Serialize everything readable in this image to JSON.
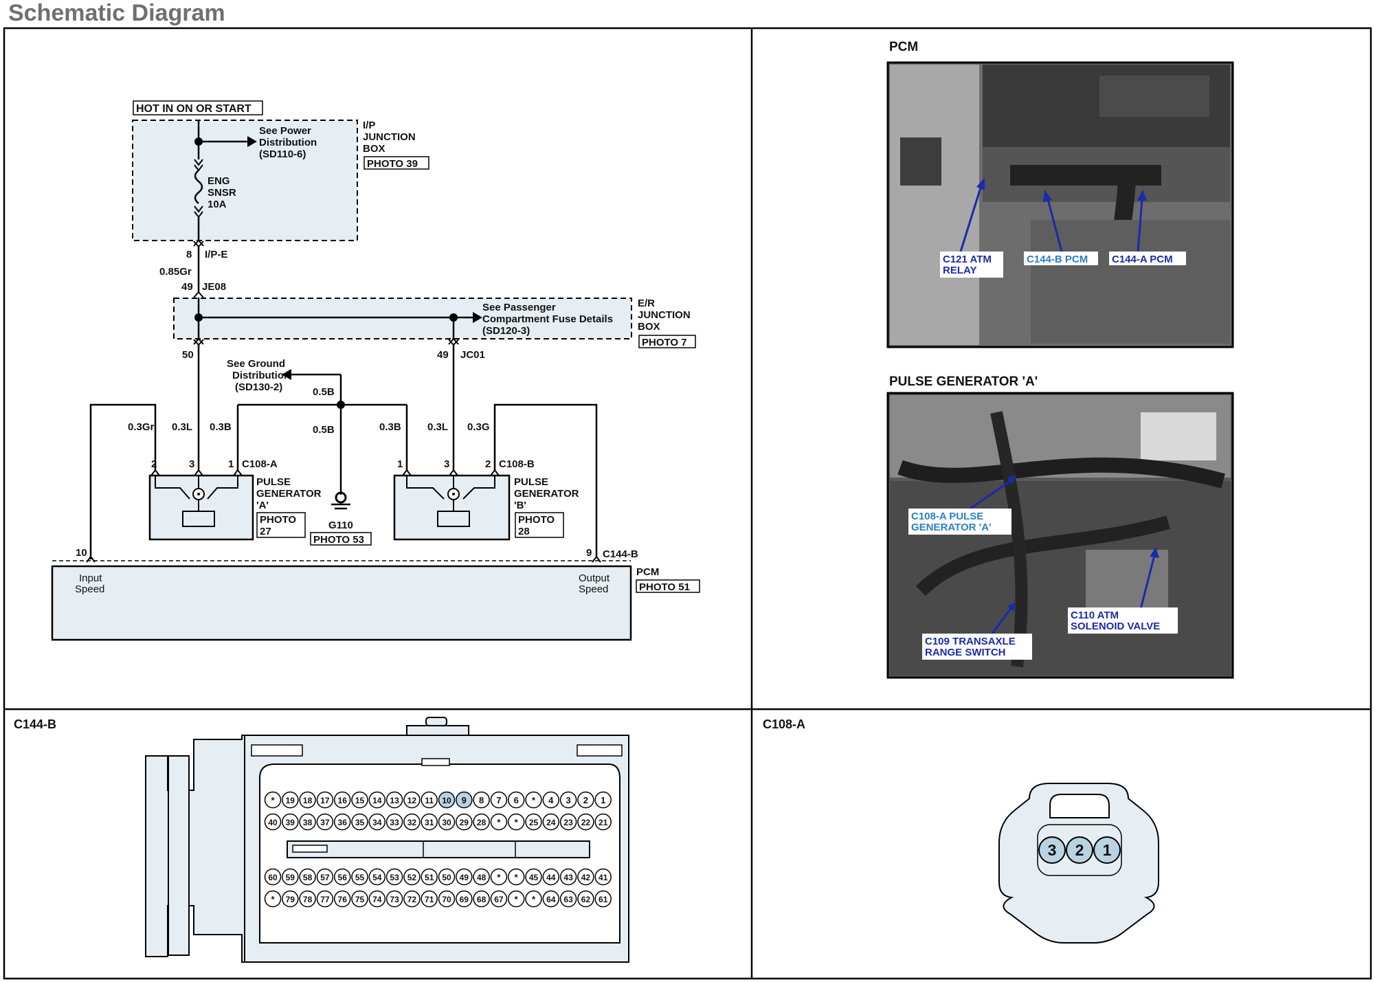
{
  "page_title": "Schematic Diagram",
  "schematic": {
    "hot_label": "HOT IN ON OR START",
    "ip_junction": [
      "I/P",
      "JUNCTION",
      "BOX"
    ],
    "ip_photo": "PHOTO 39",
    "power_dist": [
      "See Power",
      "Distribution",
      "(SD110-6)"
    ],
    "fuse": [
      "ENG",
      "SNSR",
      "10A"
    ],
    "pin_8": "8",
    "ipe": "I/P-E",
    "wire_085gr": "0.85Gr",
    "pin_49": "49",
    "je08": "JE08",
    "er_junction": [
      "E/R",
      "JUNCTION",
      "BOX"
    ],
    "er_photo": "PHOTO 7",
    "pass_fuse": [
      "See Passenger",
      "Compartment Fuse Details",
      "(SD120-3)"
    ],
    "pin_50": "50",
    "pin_49b": "49",
    "jc01": "JC01",
    "ground_dist": [
      "See Ground",
      "Distribution",
      "(SD130-2)"
    ],
    "wire_05b_1": "0.5B",
    "wire_05b_2": "0.5B",
    "wires_a": [
      "0.3Gr",
      "0.3L",
      "0.3B"
    ],
    "wires_b": [
      "0.3B",
      "0.3L",
      "0.3G"
    ],
    "pins_a": [
      "2",
      "3",
      "1"
    ],
    "pins_b": [
      "1",
      "3",
      "2"
    ],
    "c108a": "C108-A",
    "c108b": "C108-B",
    "pg_a": [
      "PULSE",
      "GENERATOR",
      "'A'"
    ],
    "pg_b": [
      "PULSE",
      "GENERATOR",
      "'B'"
    ],
    "photo_27": [
      "PHOTO",
      "27"
    ],
    "photo_28": [
      "PHOTO",
      "28"
    ],
    "g110": "G110",
    "photo_53": "PHOTO 53",
    "pin_10": "10",
    "pin_9": "9",
    "c144b": "C144-B",
    "pcm": "PCM",
    "pcm_photo": "PHOTO 51",
    "input_speed": [
      "Input",
      "Speed"
    ],
    "output_speed": [
      "Output",
      "Speed"
    ]
  },
  "photos": {
    "pcm_title": "PCM",
    "pcm_labels": {
      "c121": [
        "C121 ATM",
        "RELAY"
      ],
      "c144b": "C144-B PCM",
      "c144a": "C144-A PCM"
    },
    "pg_title": "PULSE GENERATOR 'A'",
    "pg_labels": {
      "c108a": [
        "C108-A PULSE",
        "GENERATOR 'A'"
      ],
      "c110": [
        "C110 ATM",
        "SOLENOID VALVE"
      ],
      "c109": [
        "C109 TRANSAXLE",
        "RANGE SWITCH"
      ]
    }
  },
  "connector_c144b": {
    "title": "C144-B",
    "row1": [
      "*",
      "19",
      "18",
      "17",
      "16",
      "15",
      "14",
      "13",
      "12",
      "11",
      "10",
      "9",
      "8",
      "7",
      "6",
      "*",
      "4",
      "3",
      "2",
      "1"
    ],
    "row2": [
      "40",
      "39",
      "38",
      "37",
      "36",
      "35",
      "34",
      "33",
      "32",
      "31",
      "30",
      "29",
      "28",
      "*",
      "*",
      "25",
      "24",
      "23",
      "22",
      "21"
    ],
    "row3": [
      "60",
      "59",
      "58",
      "57",
      "56",
      "55",
      "54",
      "53",
      "52",
      "51",
      "50",
      "49",
      "48",
      "*",
      "*",
      "45",
      "44",
      "43",
      "42",
      "41"
    ],
    "row4": [
      "*",
      "79",
      "78",
      "77",
      "76",
      "75",
      "74",
      "73",
      "72",
      "71",
      "70",
      "69",
      "68",
      "67",
      "*",
      "*",
      "64",
      "63",
      "62",
      "61"
    ],
    "highlighted": [
      "10",
      "9"
    ],
    "colors": {
      "pin_fill": "#ffffff",
      "highlight": "#b9d3e3",
      "body": "#e6eef3"
    }
  },
  "connector_c108a": {
    "title": "C108-A",
    "pins": [
      "3",
      "2",
      "1"
    ],
    "colors": {
      "pin_fill": "#b9d3e3",
      "body": "#e6eef3"
    }
  },
  "colors": {
    "box_fill": "#e6eef3",
    "label_blue": "#1b2aa8",
    "label_cyan": "#2a7fc4"
  }
}
